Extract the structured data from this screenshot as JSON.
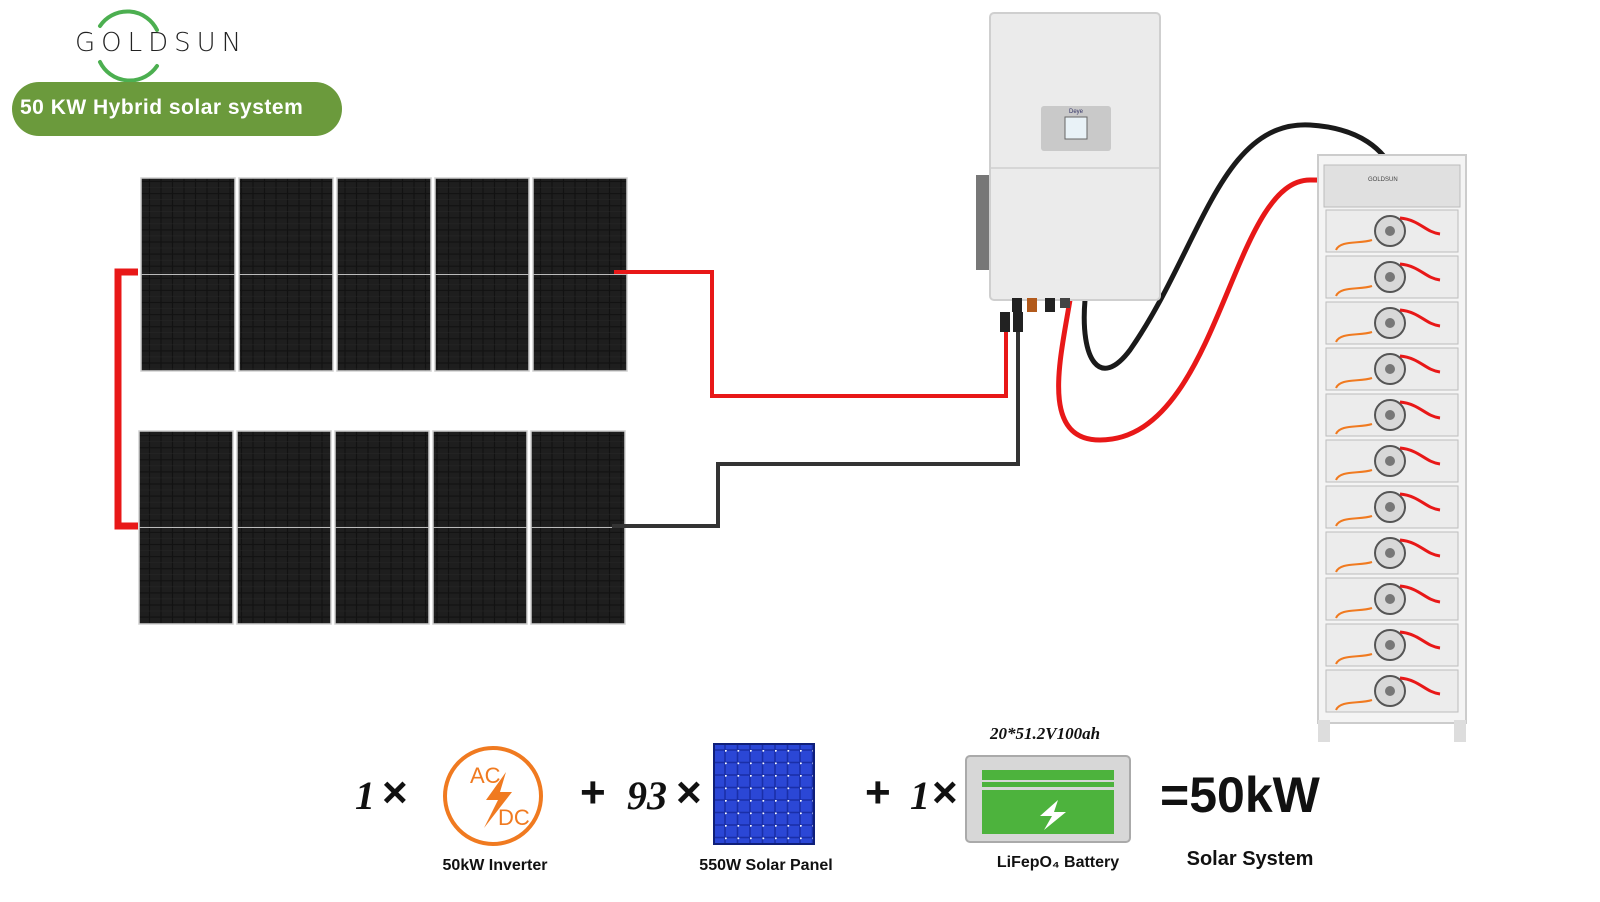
{
  "header": {
    "logo_text": "GOLDSUN",
    "title_badge": "50 KW Hybrid solar system"
  },
  "colors": {
    "brand_green": "#6b9a3c",
    "logo_green": "#4caf50",
    "cable_red": "#e81818",
    "cable_black": "#1a1a1a",
    "inverter_icon_orange": "#f07a20",
    "panel_blue": "#1a2fa8",
    "battery_green": "#4db33d"
  },
  "equation": {
    "inverter_qty": "1",
    "inverter_icon_ac": "AC",
    "inverter_icon_dc": "DC",
    "inverter_label": "50kW Inverter",
    "panel_plus": "+",
    "panel_qty": "93",
    "panel_label": "550W Solar Panel",
    "battery_plus": "+",
    "battery_qty": "1",
    "battery_spec": "20*51.2V100ah",
    "battery_label": "LiFepO₄ Battery",
    "times": "×",
    "result": "=50kW",
    "result_label": "Solar System"
  },
  "inverter": {
    "display_brand": "Deye"
  },
  "battery_rack": {
    "brand": "GOLDSUN"
  }
}
